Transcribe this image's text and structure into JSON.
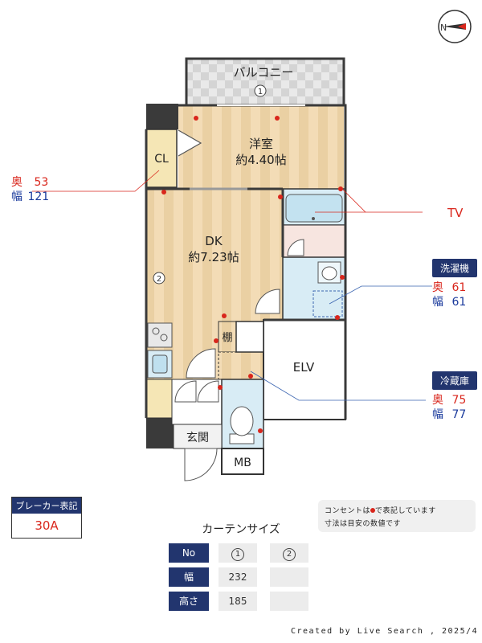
{
  "compass": {
    "label": "N"
  },
  "floor_plan": {
    "balcony": {
      "label": "バルコニー",
      "marker": "1"
    },
    "western_room": {
      "label": "洋室",
      "size": "約4.40帖"
    },
    "closet": {
      "label": "CL"
    },
    "dk": {
      "label": "DK",
      "size": "約7.23帖",
      "marker": "2"
    },
    "shelf": {
      "label": "棚"
    },
    "elevator": {
      "label": "ELV"
    },
    "entrance": {
      "label": "玄関"
    },
    "meter_box": {
      "label": "MB"
    }
  },
  "annotations": {
    "closet_dims": {
      "depth_label": "奥",
      "depth_value": "53",
      "width_label": "幅",
      "width_value": "121"
    },
    "tv": {
      "label": "TV"
    },
    "washer": {
      "tag": "洗濯機",
      "depth_label": "奥",
      "depth_value": "61",
      "width_label": "幅",
      "width_value": "61"
    },
    "fridge": {
      "tag": "冷蔵庫",
      "depth_label": "奥",
      "depth_value": "75",
      "width_label": "幅",
      "width_value": "77"
    }
  },
  "breaker": {
    "title": "ブレーカー表記",
    "value": "30A"
  },
  "notes": {
    "line1_pre": "コンセントは",
    "line1_post": "で表記しています",
    "line2": "寸法は目安の数値です"
  },
  "curtain_table": {
    "title": "カーテンサイズ",
    "header_label": "No",
    "columns": [
      "1",
      "2"
    ],
    "rows": [
      {
        "label": "幅",
        "values": [
          "232",
          ""
        ]
      },
      {
        "label": "高さ",
        "values": [
          "185",
          ""
        ]
      }
    ]
  },
  "footer": {
    "credit": "Created by Live Search , 2025/4"
  },
  "colors": {
    "navy": "#22356e",
    "red": "#d9261c",
    "blue": "#1a3a9c",
    "wood": "#f1d9b0",
    "wall": "#3a3a3a"
  }
}
